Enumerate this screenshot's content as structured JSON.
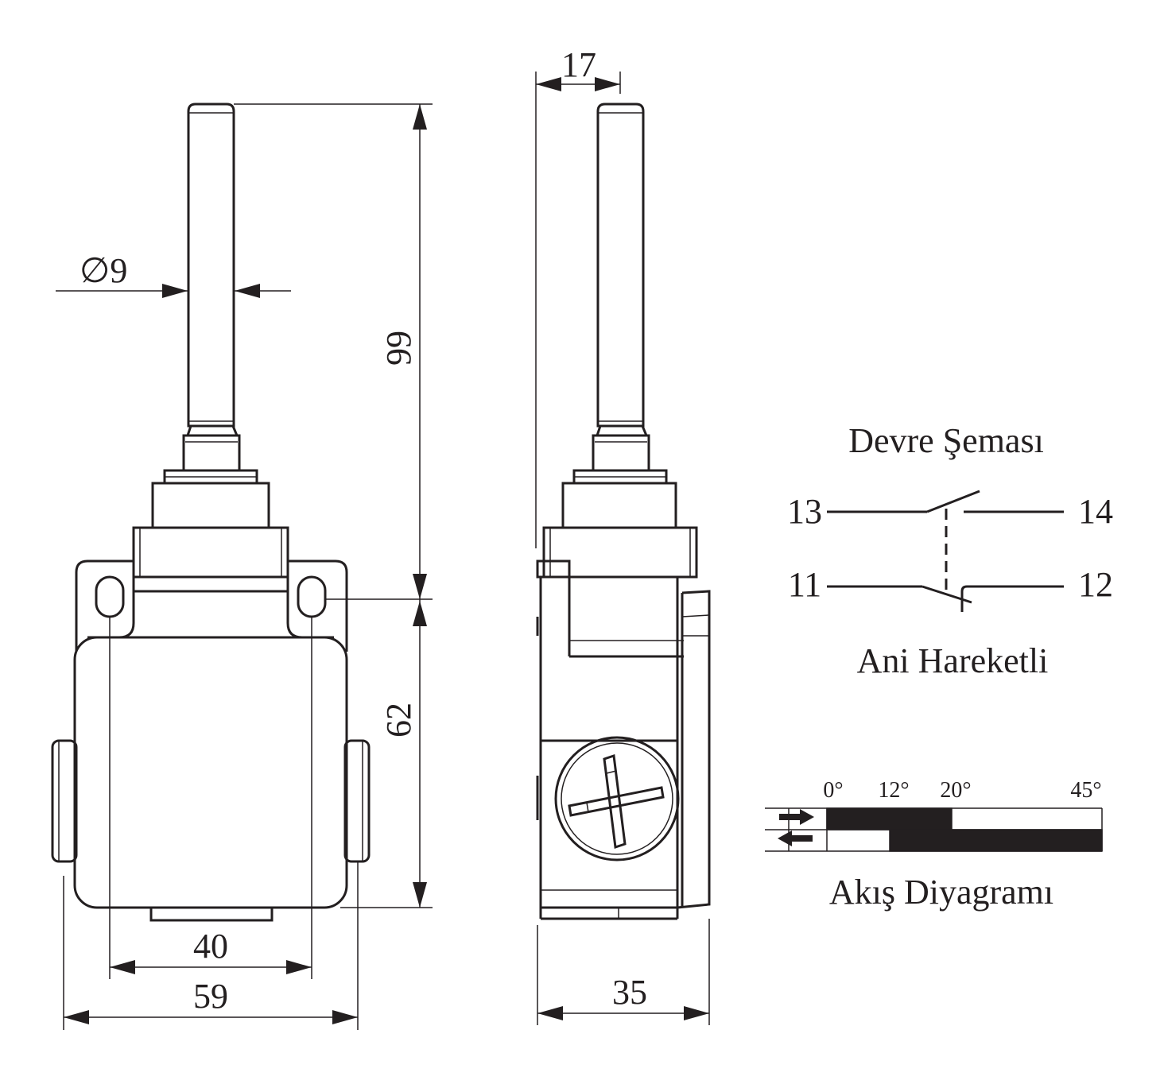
{
  "dimensions": {
    "diameter": "∅9",
    "lever_length": "99",
    "body_height": "62",
    "hole_spacing": "40",
    "body_width": "59",
    "side_offset": "17",
    "depth": "35"
  },
  "circuit": {
    "title": "Devre Şeması",
    "subtitle": "Ani Hareketli",
    "terminals": {
      "t13": "13",
      "t14": "14",
      "t11": "11",
      "t12": "12"
    }
  },
  "flow": {
    "title": "Akış Diyagramı",
    "angles": [
      "0°",
      "12°",
      "20°",
      "45°"
    ],
    "rows": [
      {
        "direction": "forward",
        "closed_from": "0°",
        "closed_to": "20°"
      },
      {
        "direction": "return",
        "closed_from": "12°",
        "closed_to": "45°"
      }
    ]
  }
}
